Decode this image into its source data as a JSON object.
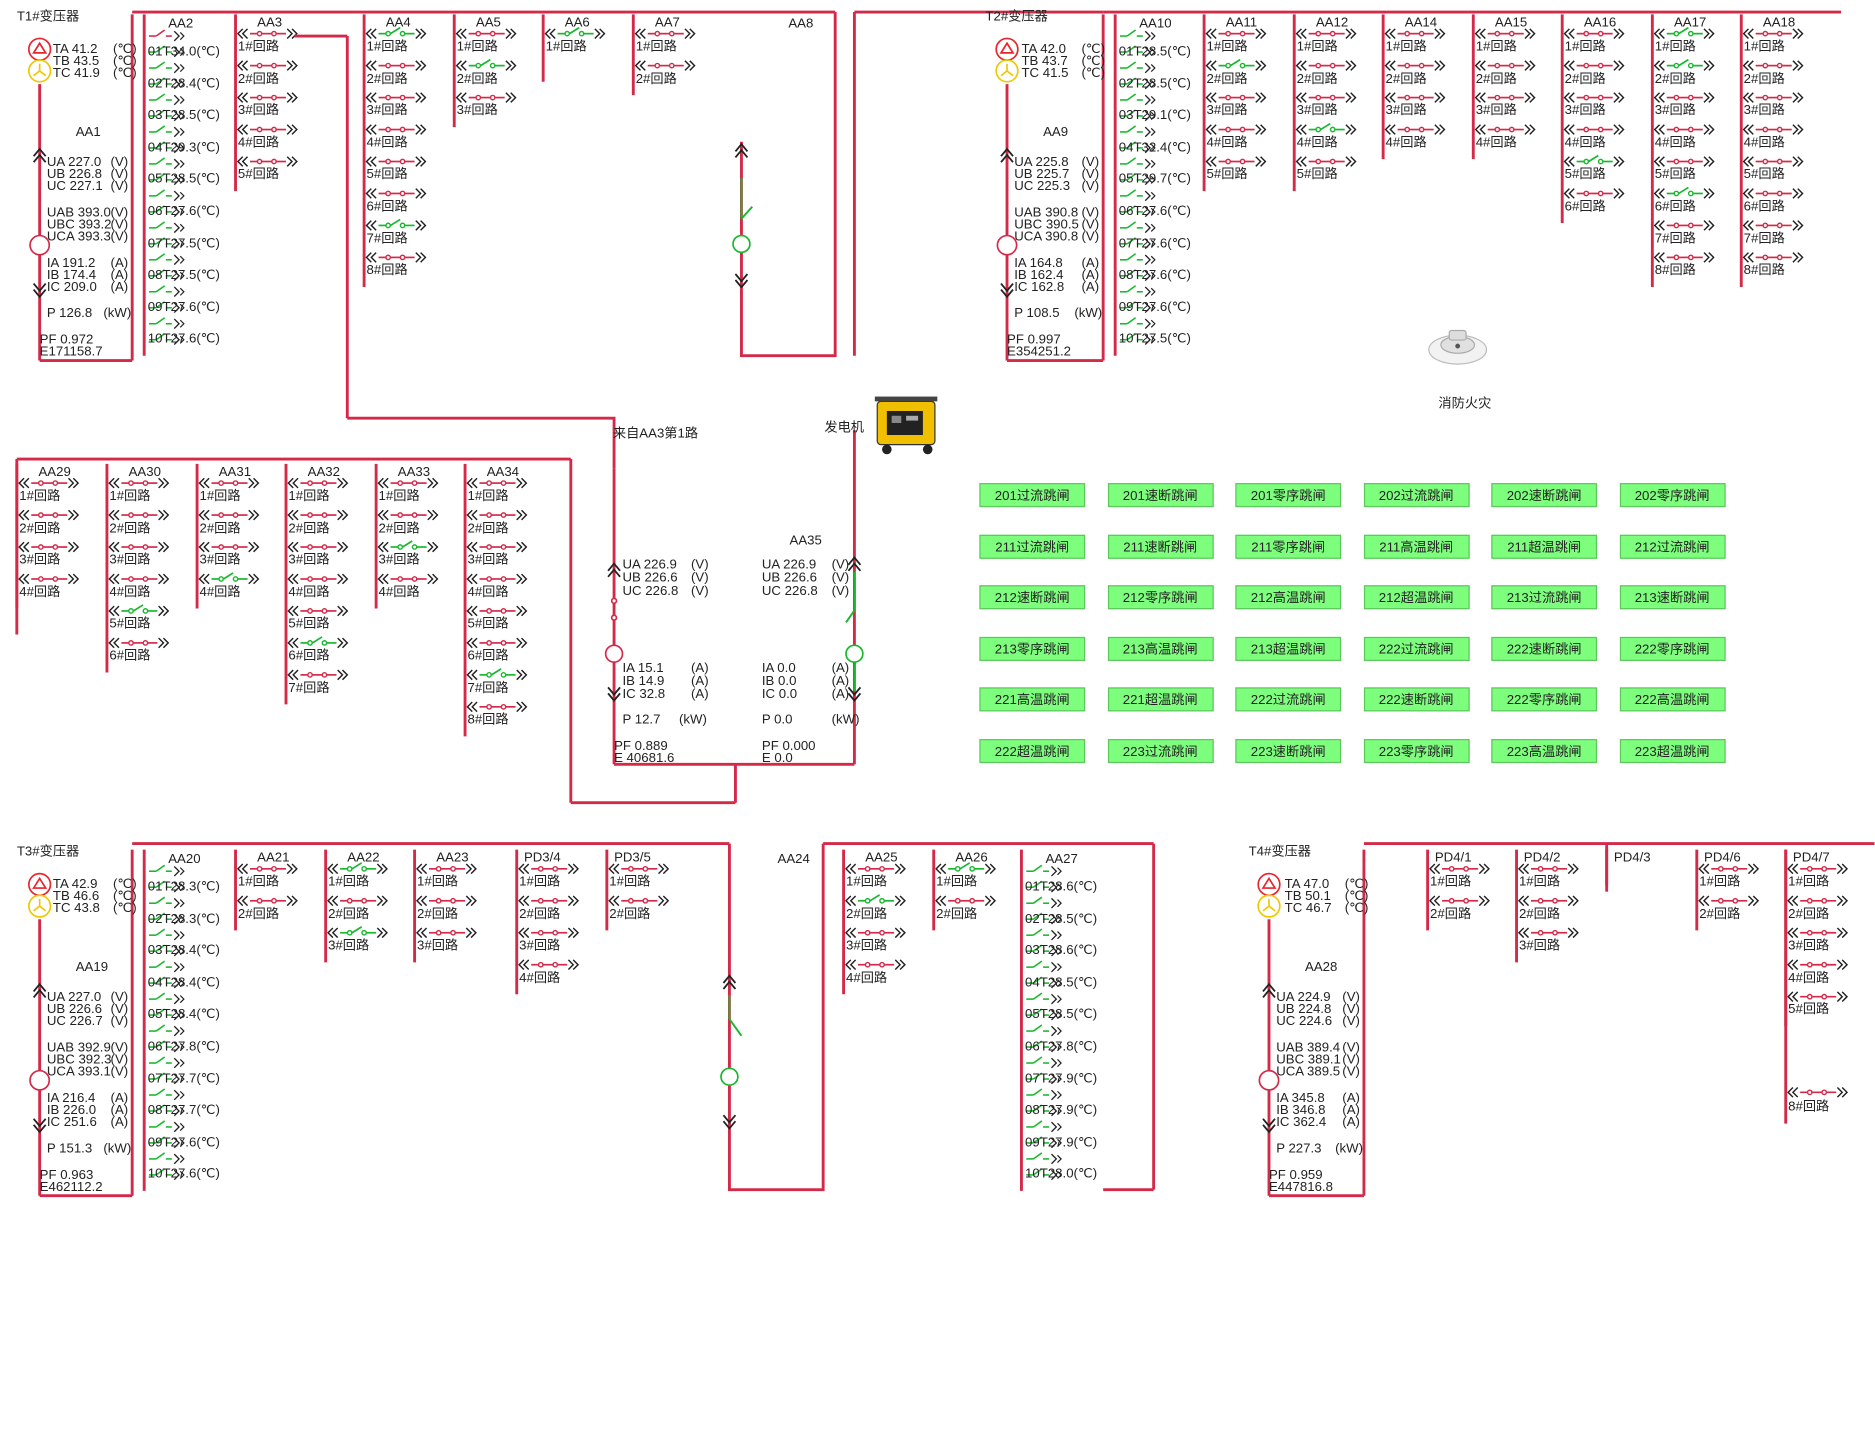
{
  "transformers": [
    {
      "label": "T1#变压器",
      "ta": "TA 41.2",
      "tb": "TB 43.5",
      "tc": "TC 41.9",
      "unit": "(℃)"
    },
    {
      "label": "T2#变压器",
      "ta": "TA 42.0",
      "tb": "TB 43.7",
      "tc": "TC 41.5",
      "unit": "(℃)"
    },
    {
      "label": "T3#变压器",
      "ta": "TA 42.9",
      "tb": "TB 46.6",
      "tc": "TC 43.8",
      "unit": "(℃)"
    },
    {
      "label": "T4#变压器",
      "ta": "TA 47.0",
      "tb": "TB 50.1",
      "tc": "TC 46.7",
      "unit": "(℃)"
    }
  ],
  "incomers": [
    {
      "label": "AA1",
      "rows": [
        "UA 227.0",
        "UB 226.8",
        "UC 227.1",
        "UAB 393.0",
        "UBC 393.2",
        "UCA 393.3",
        "IA 191.2",
        "IB 174.4",
        "IC 209.0",
        "P 126.8",
        "PF 0.972",
        "E171158.7"
      ]
    },
    {
      "label": "AA9",
      "rows": [
        "UA 225.8",
        "UB 225.7",
        "UC 225.3",
        "UAB 390.8",
        "UBC 390.5",
        "UCA 390.8",
        "IA 164.8",
        "IB 162.4",
        "IC 162.8",
        "P 108.5",
        "PF 0.997",
        "E354251.2"
      ]
    },
    {
      "label": "AA19",
      "rows": [
        "UA 227.0",
        "UB 226.6",
        "UC 226.7",
        "UAB 392.9",
        "UBC 392.3",
        "UCA 393.1",
        "IA 216.4",
        "IB 226.0",
        "IC 251.6",
        "P 151.3",
        "PF 0.963",
        "E462112.2"
      ]
    },
    {
      "label": "AA28",
      "rows": [
        "UA 224.9",
        "UB 224.8",
        "UC 224.6",
        "UAB 389.4",
        "UBC 389.1",
        "UCA 389.5",
        "IA 345.8",
        "IB 346.8",
        "IC 362.4",
        "P 227.3",
        "PF 0.959",
        "E447816.8"
      ]
    }
  ],
  "units": {
    "v": "(V)",
    "a": "(A)",
    "kw": "(kW)"
  },
  "temp_panels": [
    {
      "label": "AA2",
      "rows": [
        "01T34.0(℃)",
        "02T28.4(℃)",
        "03T28.5(℃)",
        "04T29.3(℃)",
        "05T28.5(℃)",
        "06T27.6(℃)",
        "07T27.5(℃)",
        "08T27.5(℃)",
        "09T27.6(℃)",
        "10T27.6(℃)"
      ]
    },
    {
      "label": "AA10",
      "rows": [
        "01T28.5(℃)",
        "02T28.5(℃)",
        "03T29.1(℃)",
        "04T32.4(℃)",
        "05T29.7(℃)",
        "06T27.6(℃)",
        "07T27.6(℃)",
        "08T27.6(℃)",
        "09T27.6(℃)",
        "10T27.5(℃)"
      ]
    },
    {
      "label": "AA20",
      "rows": [
        "01T28.3(℃)",
        "02T28.3(℃)",
        "03T28.4(℃)",
        "04T28.4(℃)",
        "05T28.4(℃)",
        "06T27.8(℃)",
        "07T27.7(℃)",
        "08T27.7(℃)",
        "09T27.6(℃)",
        "10T27.6(℃)"
      ]
    },
    {
      "label": "AA27",
      "rows": [
        "01T28.6(℃)",
        "02T28.5(℃)",
        "03T28.6(℃)",
        "04T28.5(℃)",
        "05T28.5(℃)",
        "06T27.8(℃)",
        "07T27.9(℃)",
        "08T27.9(℃)",
        "09T27.9(℃)",
        "10T28.0(℃)"
      ]
    }
  ],
  "feeder_panels": [
    {
      "label": "AA3",
      "n": 5
    },
    {
      "label": "AA4",
      "n": 8
    },
    {
      "label": "AA5",
      "n": 3
    },
    {
      "label": "AA6",
      "n": 1
    },
    {
      "label": "AA7",
      "n": 2
    },
    {
      "label": "AA11",
      "n": 5
    },
    {
      "label": "AA12",
      "n": 5
    },
    {
      "label": "AA14",
      "n": 4
    },
    {
      "label": "AA15",
      "n": 4
    },
    {
      "label": "AA16",
      "n": 6
    },
    {
      "label": "AA17",
      "n": 8
    },
    {
      "label": "AA18",
      "n": 8
    },
    {
      "label": "AA29",
      "n": 4
    },
    {
      "label": "AA30",
      "n": 6
    },
    {
      "label": "AA31",
      "n": 4
    },
    {
      "label": "AA32",
      "n": 7
    },
    {
      "label": "AA33",
      "n": 4
    },
    {
      "label": "AA34",
      "n": 8
    },
    {
      "label": "AA21",
      "n": 2
    },
    {
      "label": "AA22",
      "n": 3
    },
    {
      "label": "AA23",
      "n": 3
    },
    {
      "label": "PD3/4",
      "n": 4
    },
    {
      "label": "PD3/5",
      "n": 2
    },
    {
      "label": "AA25",
      "n": 4
    },
    {
      "label": "AA26",
      "n": 2
    },
    {
      "label": "PD4/1",
      "n": 2
    },
    {
      "label": "PD4/2",
      "n": 3
    },
    {
      "label": "PD4/3",
      "n": 0
    },
    {
      "label": "PD4/6",
      "n": 2
    },
    {
      "label": "PD4/7",
      "n": 5
    }
  ],
  "circuit_suffix": "#回路",
  "extra_circuit": "8#回路",
  "tie_labels": {
    "aa8": "AA8",
    "aa24": "AA24",
    "from_aa3": "来自AA3第1路",
    "generator": "发电机",
    "fire": "消防火灾"
  },
  "aa35": {
    "label": "AA35",
    "left": [
      "UA 226.9",
      "UB 226.6",
      "UC 226.8",
      "IA 15.1",
      "IB 14.9",
      "IC 32.8",
      "P 12.7",
      "PF 0.889",
      "E 40681.6"
    ],
    "right": [
      "UA 226.9",
      "UB 226.6",
      "UC 226.8",
      "IA 0.0",
      "IB 0.0",
      "IC 0.0",
      "P 0.0",
      "PF 0.000",
      "E 0.0"
    ]
  },
  "alarms": [
    "201过流跳闸",
    "201速断跳闸",
    "201零序跳闸",
    "202过流跳闸",
    "202速断跳闸",
    "202零序跳闸",
    "211过流跳闸",
    "211速断跳闸",
    "211零序跳闸",
    "211高温跳闸",
    "211超温跳闸",
    "212过流跳闸",
    "212速断跳闸",
    "212零序跳闸",
    "212高温跳闸",
    "212超温跳闸",
    "213过流跳闸",
    "213速断跳闸",
    "213零序跳闸",
    "213高温跳闸",
    "213超温跳闸",
    "222过流跳闸",
    "222速断跳闸",
    "222零序跳闸",
    "221高温跳闸",
    "221超温跳闸",
    "222过流跳闸",
    "222速断跳闸",
    "222零序跳闸",
    "222高温跳闸",
    "222超温跳闸",
    "223过流跳闸",
    "223速断跳闸",
    "223零序跳闸",
    "223高温跳闸",
    "223超温跳闸"
  ],
  "colors": {
    "bus": "#d42a4a",
    "ok": "#18b82e",
    "tx_red": "#e8242c",
    "tx_yellow": "#f0c800",
    "alarm": "#7dff7d"
  }
}
